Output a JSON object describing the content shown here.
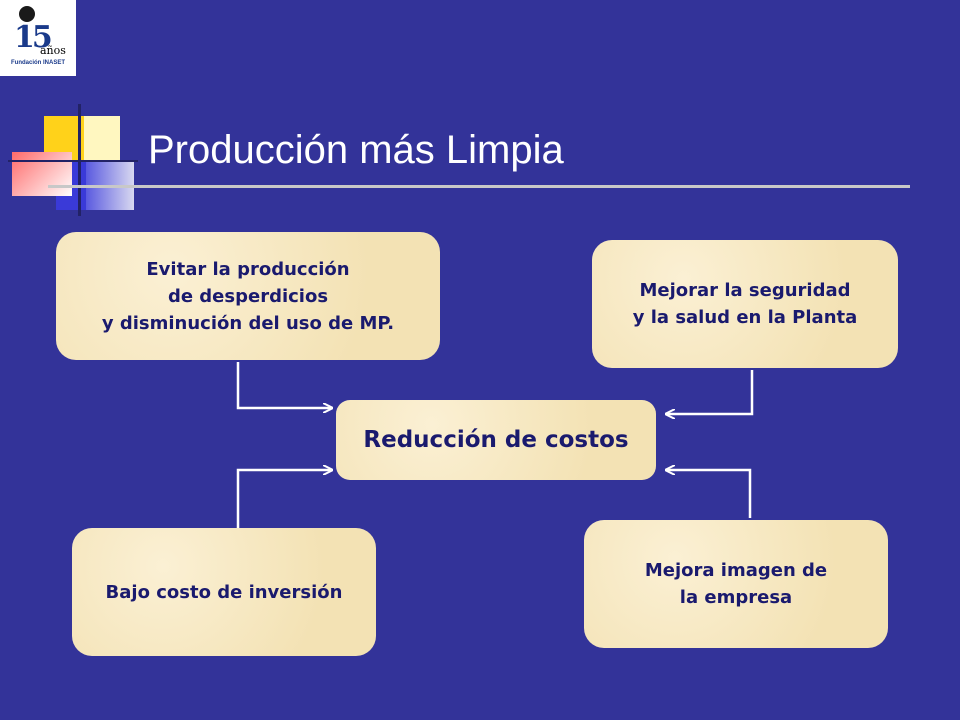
{
  "logo": {
    "number": "15",
    "anos": "años",
    "org": "Fundación INASET"
  },
  "title": "Producción más Limpia",
  "center": "Reducción de costos",
  "boxes": {
    "top_left": "Evitar la producción\nde desperdicios\ny disminución del uso de MP.",
    "top_right": "Mejorar la seguridad\ny la salud en la Planta",
    "bottom_left": "Bajo costo de inversión",
    "bottom_right": "Mejora imagen de\nla empresa"
  },
  "colors": {
    "background": "#333399",
    "box": "#f6e6bd",
    "text": "#1a1a6e",
    "arrow": "#ffffff"
  }
}
